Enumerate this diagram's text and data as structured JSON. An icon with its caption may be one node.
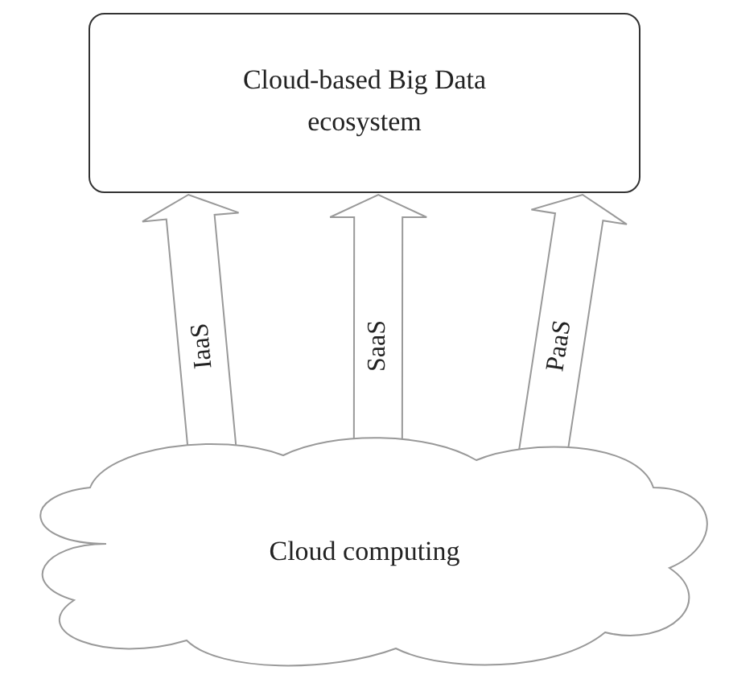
{
  "diagram": {
    "nodes": [
      {
        "text": [
          "Cloud-based Big Data ecosystem"
        ]
      },
      {
        "text": [
          "Cloud computing"
        ]
      }
    ],
    "edges": [
      {
        "from": 1,
        "to": 0,
        "arrow": "to",
        "label": "IaaS"
      },
      {
        "from": 1,
        "to": 0,
        "arrow": "to",
        "label": "SaaS"
      },
      {
        "from": 1,
        "to": 0,
        "arrow": "to",
        "label": "PaaS"
      }
    ]
  }
}
